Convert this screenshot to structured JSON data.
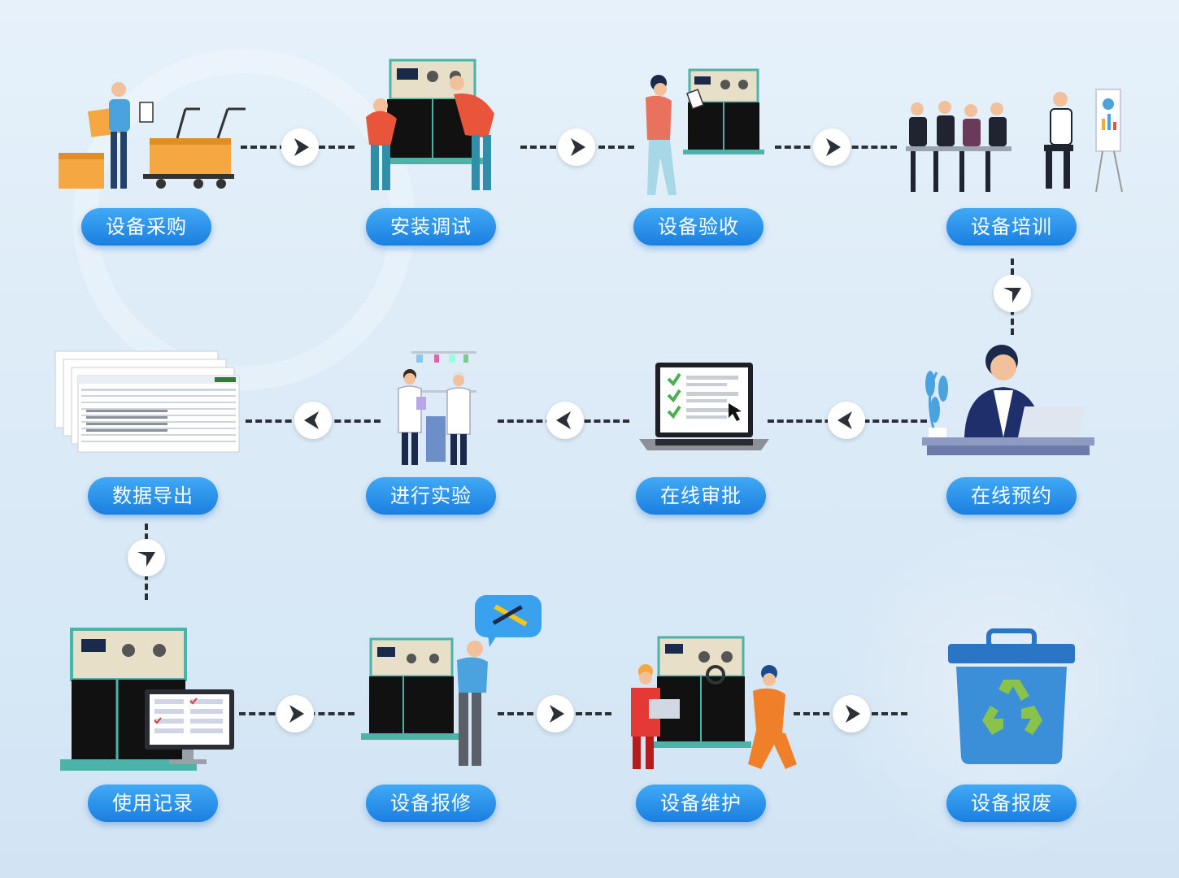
{
  "steps": [
    {
      "id": "purchase",
      "label": "设备采购",
      "icon": "procurement-cart-icon"
    },
    {
      "id": "install",
      "label": "安装调试",
      "icon": "installation-icon"
    },
    {
      "id": "acceptance",
      "label": "设备验收",
      "icon": "inspection-clipboard-icon"
    },
    {
      "id": "training",
      "label": "设备培训",
      "icon": "training-audience-icon"
    },
    {
      "id": "reservation",
      "label": "在线预约",
      "icon": "online-booking-icon"
    },
    {
      "id": "approval",
      "label": "在线审批",
      "icon": "laptop-checklist-icon"
    },
    {
      "id": "experiment",
      "label": "进行实验",
      "icon": "lab-scientists-icon"
    },
    {
      "id": "export",
      "label": "数据导出",
      "icon": "spreadsheet-icon"
    },
    {
      "id": "usage",
      "label": "使用记录",
      "icon": "usage-record-monitor-icon"
    },
    {
      "id": "repair",
      "label": "设备报修",
      "icon": "repair-request-icon"
    },
    {
      "id": "maintenance",
      "label": "设备维护",
      "icon": "maintenance-workers-icon"
    },
    {
      "id": "scrap",
      "label": "设备报废",
      "icon": "recycle-bin-icon"
    }
  ],
  "colors": {
    "label_top": "#41a9f5",
    "label_bottom": "#1a7fe0",
    "connector": "#2b2f36",
    "device_frame": "#4bb3a8",
    "device_body": "#111111",
    "recycle_green": "#8bc34a",
    "bin_blue": "#2a76c4"
  }
}
